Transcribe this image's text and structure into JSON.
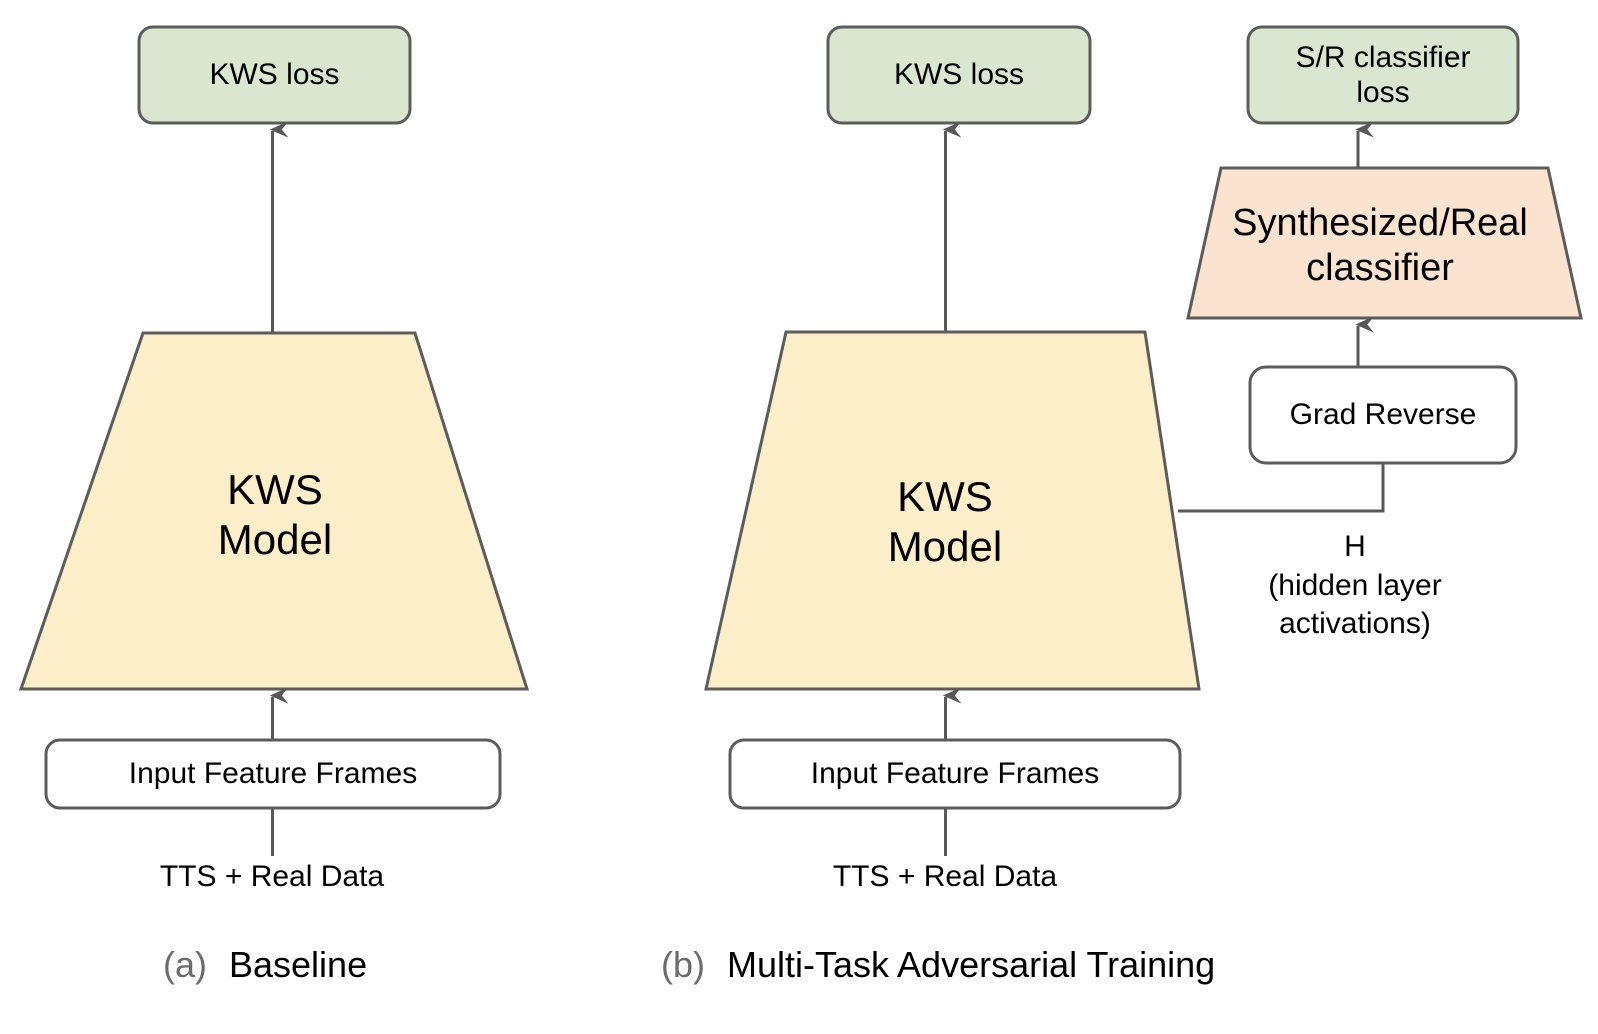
{
  "figure": {
    "type": "diagram",
    "title_present": false,
    "background": "#ffffff",
    "panels": [
      {
        "index_label": "(a)",
        "caption": "Baseline",
        "nodes": [
          {
            "name": "kws-loss",
            "label": "KWS loss",
            "shape": "rounded-rect",
            "fill": "#d9e7d0",
            "stroke": "#5c5c5c"
          },
          {
            "name": "kws-model",
            "label": "KWS\nModel",
            "shape": "trapezoid",
            "fill": "#fceec9",
            "stroke": "#5c5c5c"
          },
          {
            "name": "input-frames",
            "label": "Input Feature Frames",
            "shape": "rounded-rect",
            "fill": "#ffffff",
            "stroke": "#5c5c5c"
          },
          {
            "name": "data-source",
            "label": "TTS + Real Data",
            "shape": "text",
            "fill": "none",
            "stroke": "none"
          }
        ],
        "edges": [
          {
            "from": "input-frames",
            "to": "kws-model",
            "arrow": true
          },
          {
            "from": "kws-model",
            "to": "kws-loss",
            "arrow": true
          },
          {
            "from": "data-source",
            "to": "input-frames",
            "arrow": false
          }
        ]
      },
      {
        "index_label": "(b)",
        "caption": "Multi-Task Adversarial Training",
        "nodes": [
          {
            "name": "kws-loss",
            "label": "KWS loss",
            "shape": "rounded-rect",
            "fill": "#d9e7d0",
            "stroke": "#5c5c5c"
          },
          {
            "name": "sr-classifier-loss",
            "label": "S/R classifier\nloss",
            "shape": "rounded-rect",
            "fill": "#d9e7d0",
            "stroke": "#5c5c5c"
          },
          {
            "name": "kws-model",
            "label": "KWS\nModel",
            "shape": "trapezoid",
            "fill": "#fceec9",
            "stroke": "#5c5c5c"
          },
          {
            "name": "sr-classifier",
            "label": "Synthesized/Real\nclassifier",
            "shape": "trapezoid-inverted",
            "fill": "#fbe4cf",
            "stroke": "#5c5c5c"
          },
          {
            "name": "grad-reverse",
            "label": "Grad Reverse",
            "shape": "rounded-rect",
            "fill": "#ffffff",
            "stroke": "#5c5c5c"
          },
          {
            "name": "input-frames",
            "label": "Input Feature Frames",
            "shape": "rounded-rect",
            "fill": "#ffffff",
            "stroke": "#5c5c5c"
          },
          {
            "name": "data-source",
            "label": "TTS + Real Data",
            "shape": "text",
            "fill": "none",
            "stroke": "none"
          },
          {
            "name": "hidden-activations",
            "label": "H\n(hidden layer\nactivations)",
            "shape": "text",
            "fill": "none",
            "stroke": "none"
          }
        ],
        "edges": [
          {
            "from": "input-frames",
            "to": "kws-model",
            "arrow": true
          },
          {
            "from": "kws-model",
            "to": "kws-loss",
            "arrow": true
          },
          {
            "from": "kws-model",
            "to": "grad-reverse",
            "arrow": false,
            "style": "elbow",
            "edge_label": "H (hidden layer activations)"
          },
          {
            "from": "grad-reverse",
            "to": "sr-classifier",
            "arrow": true
          },
          {
            "from": "sr-classifier",
            "to": "sr-classifier-loss",
            "arrow": true
          },
          {
            "from": "data-source",
            "to": "input-frames",
            "arrow": false
          }
        ]
      }
    ]
  },
  "panel_a": {
    "kws_loss": "KWS loss",
    "kws_model": "KWS\nModel",
    "input_frames": "Input Feature Frames",
    "data_source": "TTS + Real Data",
    "caption_index": "(a)",
    "caption_text": "Baseline"
  },
  "panel_b": {
    "kws_loss": "KWS loss",
    "sr_classifier_loss": "S/R classifier\nloss",
    "kws_model": "KWS\nModel",
    "sr_classifier": "Synthesized/Real\nclassifier",
    "grad_reverse": "Grad Reverse",
    "input_frames": "Input Feature Frames",
    "data_source": "TTS + Real Data",
    "hidden_activations": "H\n(hidden layer\nactivations)",
    "caption_index": "(b)",
    "caption_text": "Multi-Task Adversarial Training"
  },
  "colors": {
    "loss_fill": "#d9e7d0",
    "model_fill": "#fceec9",
    "classifier_fill": "#fbe4cf",
    "plain_fill": "#ffffff",
    "stroke": "#5c5c5c",
    "dark_stroke": "#3f3f3f",
    "text": "#000000",
    "caption_index": "#6b6b6b",
    "background": "#ffffff"
  }
}
